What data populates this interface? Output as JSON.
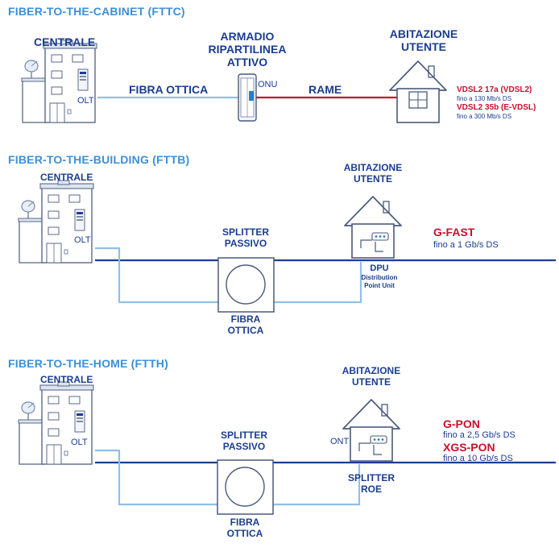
{
  "colors": {
    "fiber_light": "#8ec0e8",
    "fiber_dark": "#1a3d8f",
    "copper": "#c8102e",
    "title": "#3d8fd6",
    "text": "#1a3d8f"
  },
  "fttc": {
    "title": "FIBER-TO-THE-CABINET (FTTC)",
    "central_label": "CENTRALE",
    "olt_label": "OLT",
    "fiber_label": "FIBRA OTTICA",
    "cabinet_label_1": "ARMADIO",
    "cabinet_label_2": "RIPARTILINEA",
    "cabinet_label_3": "ATTIVO",
    "onu_label": "ONU",
    "copper_label": "RAME",
    "home_label_1": "ABITAZIONE",
    "home_label_2": "UTENTE",
    "tech1_name": "VDSL2 17a  (VDSL2)",
    "tech1_speed": "fino a 130 Mb/s DS",
    "tech2_name": "VDSL2 35b  (E-VDSL)",
    "tech2_speed": "fino a 300 Mb/s DS"
  },
  "fttb": {
    "title": "FIBER-TO-THE-BUILDING (FTTB)",
    "central_label": "CENTRALE",
    "olt_label": "OLT",
    "splitter_label_1": "SPLITTER",
    "splitter_label_2": "PASSIVO",
    "fiber_label_1": "FIBRA",
    "fiber_label_2": "OTTICA",
    "home_label_1": "ABITAZIONE",
    "home_label_2": "UTENTE",
    "dpu_label": "DPU",
    "dpu_desc_1": "Distribution",
    "dpu_desc_2": "Point Unit",
    "tech_name": "G-FAST",
    "tech_speed": "fino a 1 Gb/s DS"
  },
  "ftth": {
    "title": "FIBER-TO-THE-HOME (FTTH)",
    "central_label": "CENTRALE",
    "olt_label": "OLT",
    "splitter_label_1": "SPLITTER",
    "splitter_label_2": "PASSIVO",
    "fiber_label_1": "FIBRA",
    "fiber_label_2": "OTTICA",
    "home_label_1": "ABITAZIONE",
    "home_label_2": "UTENTE",
    "ont_label": "ONT",
    "roe_label_1": "SPLITTER",
    "roe_label_2": "ROE",
    "tech1_name": "G-PON",
    "tech1_speed": "fino a 2,5 Gb/s DS",
    "tech2_name": "XGS-PON",
    "tech2_speed": "fino a 10 Gb/s DS"
  }
}
